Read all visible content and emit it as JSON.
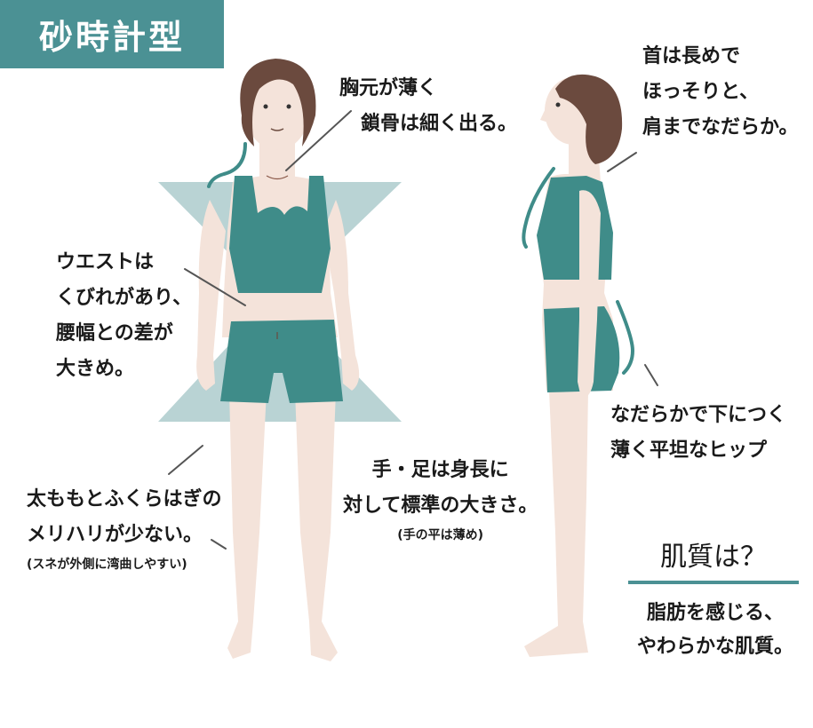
{
  "title": "砂時計型",
  "colors": {
    "accent": "#4b9194",
    "hourglass": "#b9d3d4",
    "garment": "#3f8c89",
    "skin": "#f4e3da",
    "hair": "#6b4a3e",
    "text": "#1a1a1a"
  },
  "annotations": {
    "chest": {
      "lines": [
        "胸元が薄く",
        "鎖骨は細く出る。"
      ]
    },
    "neck": {
      "lines": [
        "首は長めで",
        "ほっそりと、",
        "肩までなだらか。"
      ]
    },
    "waist": {
      "lines": [
        "ウエストは",
        "くびれがあり、",
        "腰幅との差が",
        "大きめ。"
      ]
    },
    "legs": {
      "lines": [
        "太ももとふくらはぎの",
        "メリハリが少ない。"
      ],
      "note": "(スネが外側に湾曲しやすい)"
    },
    "hands_feet": {
      "lines": [
        "手・足は身長に",
        "対して標準の大きさ。"
      ],
      "note": "(手の平は薄め)"
    },
    "hip": {
      "lines": [
        "なだらかで下につく",
        "薄く平坦なヒップ"
      ]
    }
  },
  "skin_quality": {
    "heading": "肌質は？",
    "lines": [
      "脂肪を感じる、",
      "やわらかな肌質。"
    ]
  },
  "icons": {
    "front_figure": "front-body-illustration",
    "side_figure": "side-body-illustration",
    "hourglass_shape": "hourglass-silhouette"
  }
}
